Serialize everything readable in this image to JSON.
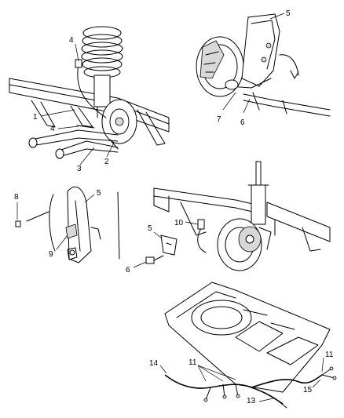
{
  "callouts": {
    "tl_4a": "4",
    "tl_1": "1",
    "tl_4b": "4",
    "tl_3": "3",
    "tl_2": "2",
    "tr_5": "5",
    "tr_7": "7",
    "tr_6": "6",
    "ml_8": "8",
    "ml_5": "5",
    "ml_9": "9",
    "mr_10": "10",
    "mr_5": "5",
    "mr_6": "6",
    "br_14": "14",
    "br_11a": "11",
    "br_13": "13",
    "br_11b": "11",
    "br_15": "15"
  }
}
